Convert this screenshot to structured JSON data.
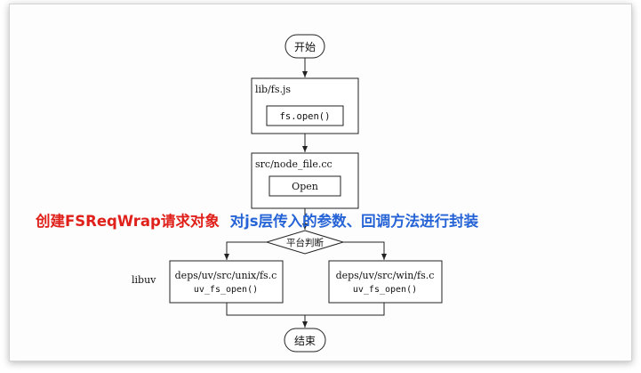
{
  "diagram": {
    "start_label": "开始",
    "end_label": "结束",
    "step1": {
      "file": "lib/fs.js",
      "call": "fs.open()"
    },
    "step2": {
      "file": "src/node_file.cc",
      "call": "Open"
    },
    "annotation": {
      "part1": "创建FSReqWrap请求对象",
      "part2": "对js层传入的参数、回调方法进行封装",
      "color1": "#e0211b",
      "color2": "#2563d6"
    },
    "decision_label": "平台判断",
    "libuv_label": "libuv",
    "unix_branch": {
      "file": "deps/uv/src/unix/fs.c",
      "call": "uv_fs_open()"
    },
    "win_branch": {
      "file": "deps/uv/src/win/fs.c",
      "call": "uv_fs_open()"
    }
  }
}
